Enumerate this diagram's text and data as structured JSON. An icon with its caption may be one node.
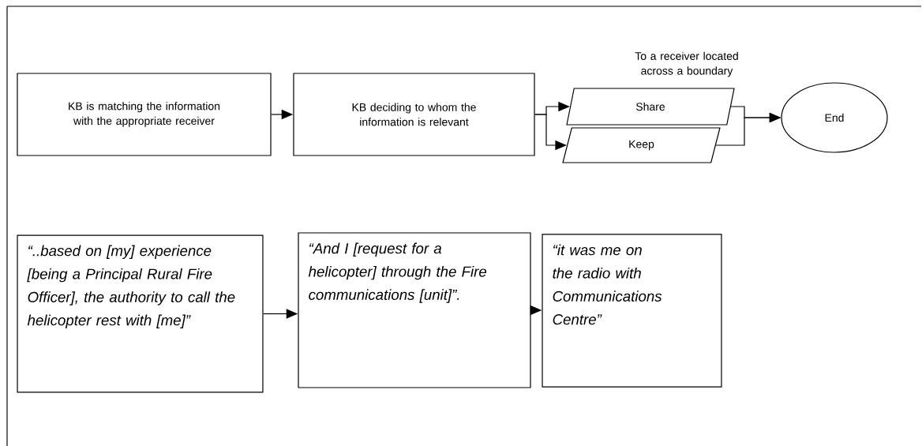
{
  "diagram": {
    "nodes": [
      {
        "text": [
          "KB is matching the information with the appropriate receiver"
        ]
      },
      {
        "text": [
          "KB deciding to whom the information is relevant"
        ]
      },
      {
        "text": [
          "Share"
        ],
        "beside": [
          "To a receiver located across a boundary"
        ]
      },
      {
        "text": [
          "Keep"
        ]
      },
      {
        "text": [
          "End"
        ]
      },
      {
        "text": [
          "“..based on [my] experience [being a Principal Rural Fire Officer], the authority to call the helicopter rest with [me]”"
        ]
      },
      {
        "text": [
          "“And I [request for a helicopter] through the Fire communications [unit]”."
        ]
      },
      {
        "text": [
          "“it was me on the radio with Communications Centre”"
        ]
      }
    ],
    "edges": [
      {
        "from": 0,
        "to": 1,
        "arrow": "to"
      },
      {
        "from": 1,
        "to": 2,
        "arrow": "to"
      },
      {
        "from": 1,
        "to": 3,
        "arrow": "to"
      },
      {
        "from": 2,
        "to": 4,
        "arrow": "to"
      },
      {
        "from": 3,
        "to": 4,
        "arrow": "to"
      },
      {
        "from": 5,
        "to": 6,
        "arrow": "to"
      },
      {
        "from": 6,
        "to": 7,
        "arrow": "to"
      }
    ]
  }
}
